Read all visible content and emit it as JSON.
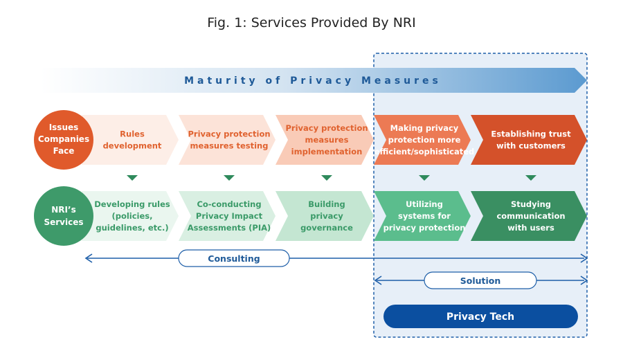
{
  "title": "Fig. 1: Services Provided By NRI",
  "maturity_label": "Maturity of Privacy Measures",
  "issues_label": [
    "Issues",
    "Companies",
    "Face"
  ],
  "services_label": [
    "NRI’s",
    "Services"
  ],
  "issues": [
    [
      "Rules",
      "development"
    ],
    [
      "Privacy protection",
      "measures testing"
    ],
    [
      "Privacy protection",
      "measures",
      "implementation"
    ],
    [
      "Making privacy",
      "protection more",
      "efficient/sophisticated"
    ],
    [
      "Establishing trust",
      "with customers"
    ]
  ],
  "services": [
    [
      "Developing rules",
      "(policies,",
      "guidelines, etc.)"
    ],
    [
      "Co-conducting",
      "Privacy Impact",
      "Assessments (PIA)"
    ],
    [
      "Building",
      "privacy",
      "governance"
    ],
    [
      "Utilizing",
      "systems for",
      "privacy protection"
    ],
    [
      "Studying",
      "communication",
      "with users"
    ]
  ],
  "consulting_label": "Consulting",
  "solution_label": "Solution",
  "privacy_tech_label": "Privacy Tech",
  "colors": {
    "orange_dark": "#e05a2b",
    "green_dark": "#3e9a6a",
    "navy": "#0b4fa0",
    "blue_arrow": "#2f78b8"
  }
}
